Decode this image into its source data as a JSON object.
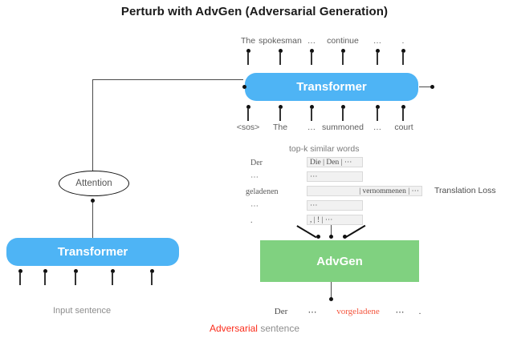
{
  "title": "Perturb with AdvGen (Adversarial Generation)",
  "colors": {
    "transformer_blue": "#4EB4F5",
    "advgen_green": "#80D180",
    "adversarial_red": "#FB2C1B",
    "perturbed_word_red": "#F4553D",
    "caption_gray": "#8d8d8d"
  },
  "decoder": {
    "block_label": "Transformer",
    "output_tokens": [
      "The",
      "spokesman",
      "…",
      "continue",
      "…",
      "."
    ],
    "input_tokens": [
      "<sos>",
      "The",
      "…",
      "summoned",
      "…",
      "court"
    ]
  },
  "encoder": {
    "block_label": "Transformer",
    "caption": "Input sentence",
    "input_tick_count": 5
  },
  "attention": {
    "label": "Attention"
  },
  "topk": {
    "title": "top-k similar words",
    "rows": [
      {
        "source": "Der",
        "candidates": "Die | Den | ⋯",
        "align": "left",
        "wide": false
      },
      {
        "source": "⋯",
        "candidates": "⋯",
        "align": "left",
        "wide": false
      },
      {
        "source": "geladenen",
        "candidates": "| vernommenen | ⋯",
        "align": "right",
        "wide": true
      },
      {
        "source": "⋯",
        "candidates": "⋯",
        "align": "left",
        "wide": false
      },
      {
        "source": ".",
        "candidates": ", | ! | ⋯",
        "align": "left",
        "wide": false
      }
    ]
  },
  "translation_loss": {
    "label": "Translation Loss"
  },
  "advgen": {
    "block_label": "AdvGen"
  },
  "adversarial_output": {
    "tokens": [
      "Der",
      "⋯",
      "vorgeladene",
      "⋯",
      "."
    ],
    "highlighted_index": 2,
    "caption_highlight": "Adversarial",
    "caption_rest": " sentence"
  }
}
